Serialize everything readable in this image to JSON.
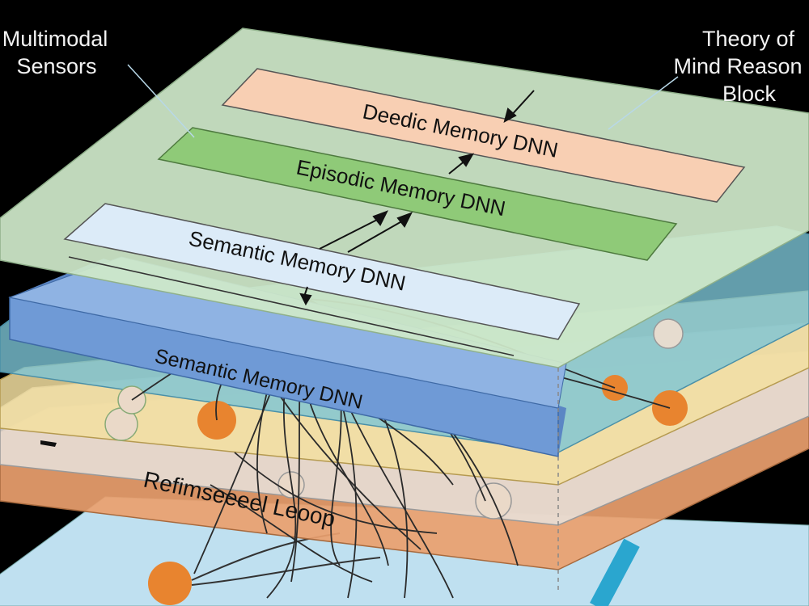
{
  "callouts": {
    "left": [
      "Multimodal",
      "Sensors"
    ],
    "right": [
      "Theory of",
      "Mind Reason",
      "Block"
    ]
  },
  "modules": {
    "deedic": "Deedic Memory DNN",
    "episodic": "Episodic Memory DNN",
    "semantic_upper": "Semantic Memory DNN",
    "semantic_lower": "Semantic Memory DNN",
    "loop": "Refimseeeel Leoop"
  },
  "colors": {
    "background": "#000000",
    "top_plane": "#cfe8c9",
    "deedic_block": "#f8cfb3",
    "episodic_block": "#8fca78",
    "semantic_upper_block": "#dcebf8",
    "semantic_lower_block": "#6f9ad6",
    "layer_cyan": "#7cc4d6",
    "layer_yellow": "#f3dfa0",
    "layer_white": "#e8e2dc",
    "layer_orange": "#eaa06e",
    "base_plane": "#bfe0f0",
    "node_orange": "#e8842f"
  }
}
